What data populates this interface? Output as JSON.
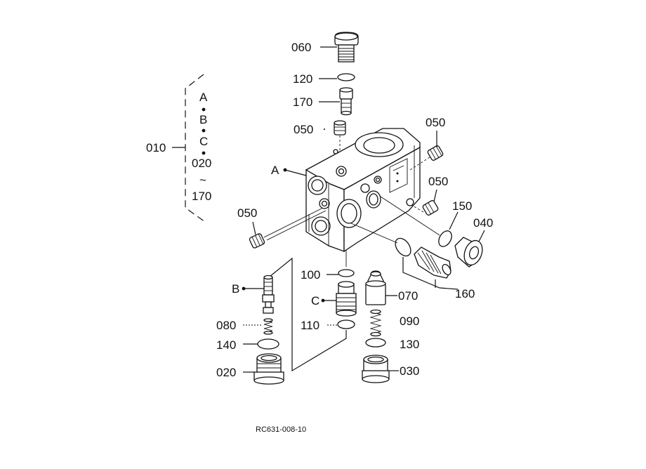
{
  "callouts": {
    "p060": "060",
    "p120": "120",
    "p170": "170",
    "p050_top": "050",
    "p050_right_top": "050",
    "p050_right": "050",
    "p050_left": "050",
    "p010": "010",
    "pA": "A",
    "p150": "150",
    "p040": "040",
    "p160": "160",
    "p100": "100",
    "pB": "B",
    "pC": "C",
    "p070": "070",
    "p080": "080",
    "p110": "110",
    "p090": "090",
    "p140": "140",
    "p130": "130",
    "p020": "020",
    "p030": "030"
  },
  "bracket": {
    "line1": "A",
    "line2": "B",
    "line3": "C",
    "line4": "020",
    "line5": "~",
    "line6": "170"
  },
  "reference_code": "RC631-008-10"
}
